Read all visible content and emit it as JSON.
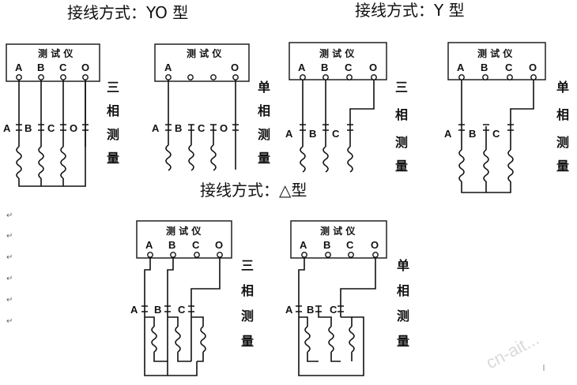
{
  "titles": {
    "yo": "接线方式：YO 型",
    "y": "接线方式：Y 型",
    "delta": "接线方式：△型"
  },
  "instrument_label": "测 试 仪",
  "terminal_labels": [
    "A",
    "B",
    "C",
    "O"
  ],
  "lead_labels": [
    "A",
    "B",
    "C",
    "O"
  ],
  "three_phase_label": [
    "三",
    "相",
    "测",
    "量"
  ],
  "single_phase_label": [
    "单",
    "相",
    "测",
    "量"
  ],
  "paragraph_mark": "↵",
  "watermark": "cn-ait..."
}
